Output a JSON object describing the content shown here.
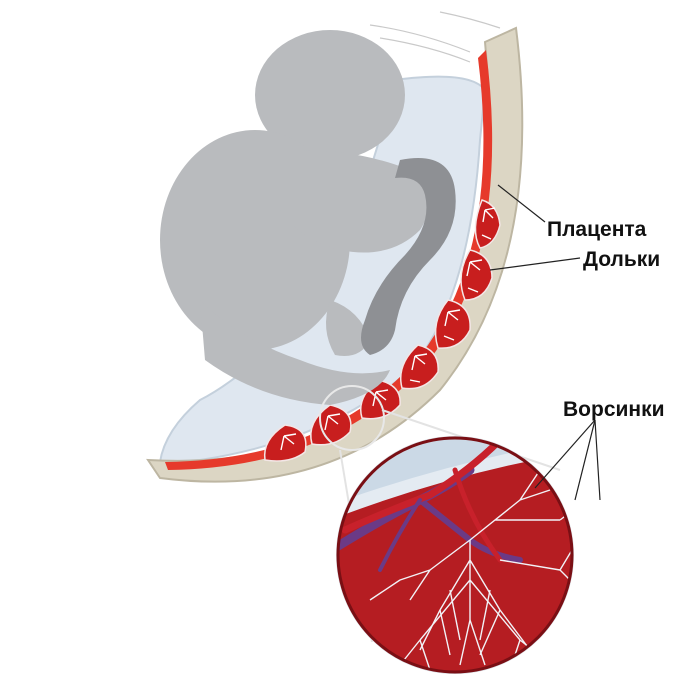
{
  "labels": {
    "placenta": "Плацента",
    "lobes": "Дольки",
    "villi": "Ворсинки"
  },
  "colors": {
    "uterine_wall": "#dcd6c4",
    "wall_edge": "#bdb6a2",
    "placenta_red": "#e63a2b",
    "lobe_red": "#c81e1e",
    "amniotic_fluid": "#dfe7f0",
    "fetus": "#b9bbbe",
    "umbilical_cord": "#8e9094",
    "blood_red": "#b51d22",
    "vein_purple": "#6b3a86",
    "villi_white": "#f2f2f7"
  }
}
